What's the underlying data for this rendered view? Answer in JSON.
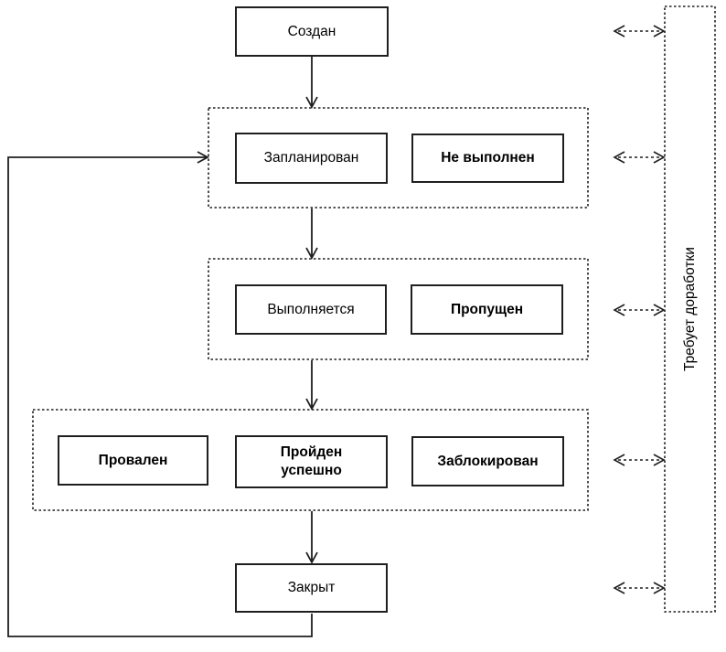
{
  "diagram": {
    "type": "flowchart",
    "orientation": "top-to-bottom",
    "colors": {
      "background": "#ffffff",
      "line": "#1f1f1f",
      "box_fill": "#ffffff",
      "text": "#000000"
    },
    "nodes": {
      "created": {
        "label": "Создан",
        "bold": false
      },
      "planned": {
        "label": "Запланирован",
        "bold": false
      },
      "not_executed": {
        "label": "Не выполнен",
        "bold": true
      },
      "executing": {
        "label": "Выполняется",
        "bold": false
      },
      "skipped": {
        "label": "Пропущен",
        "bold": true
      },
      "failed": {
        "label": "Провален",
        "bold": true
      },
      "passed": {
        "label": "Пройден\nуспешно",
        "bold": true
      },
      "blocked": {
        "label": "Заблокирован",
        "bold": true
      },
      "closed": {
        "label": "Закрыт",
        "bold": false
      },
      "rework": {
        "label": "Требует доработки",
        "bold": false
      }
    },
    "groups": [
      {
        "name": "planned-group",
        "members": [
          "planned",
          "not_executed"
        ]
      },
      {
        "name": "executing-group",
        "members": [
          "executing",
          "skipped"
        ]
      },
      {
        "name": "result-group",
        "members": [
          "failed",
          "passed",
          "blocked"
        ]
      }
    ],
    "edges": [
      {
        "from": "created",
        "to": "planned-group",
        "style": "solid-arrow"
      },
      {
        "from": "planned-group",
        "to": "executing-group",
        "style": "solid-arrow"
      },
      {
        "from": "executing-group",
        "to": "result-group",
        "style": "solid-arrow"
      },
      {
        "from": "result-group",
        "to": "closed",
        "style": "solid-arrow"
      },
      {
        "from": "closed",
        "to": "planned-group",
        "style": "solid-arrow-feedback-loop"
      },
      {
        "from": "created",
        "to": "rework",
        "style": "dashed-double-arrow"
      },
      {
        "from": "planned-group",
        "to": "rework",
        "style": "dashed-double-arrow"
      },
      {
        "from": "executing-group",
        "to": "rework",
        "style": "dashed-double-arrow"
      },
      {
        "from": "result-group",
        "to": "rework",
        "style": "dashed-double-arrow"
      },
      {
        "from": "closed",
        "to": "rework",
        "style": "dashed-double-arrow"
      }
    ]
  }
}
